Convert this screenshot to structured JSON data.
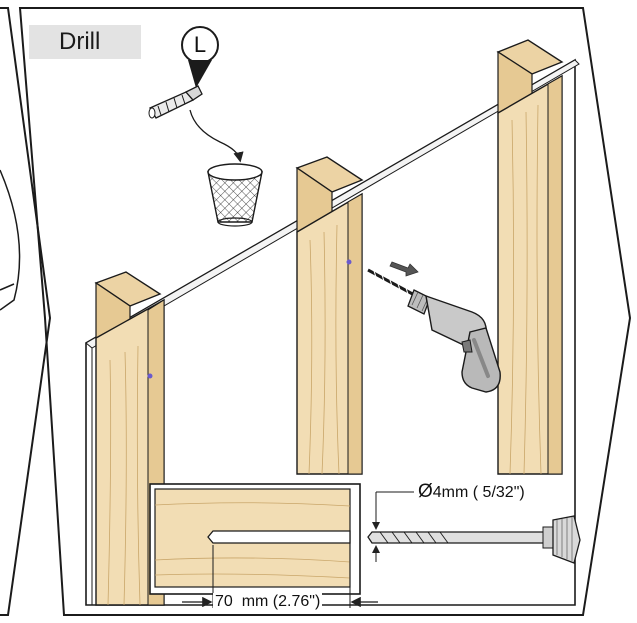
{
  "step": {
    "title": "Drill",
    "part_letter": "L"
  },
  "callouts": {
    "drill_bit_diameter_symbol": "Ø",
    "drill_bit_diameter": "4mm ( 5/32\")",
    "drill_depth": "70  mm (2.76\")"
  },
  "colors": {
    "wood_front": "#f2ddb4",
    "wood_side": "#e6c993",
    "wood_top": "#ecd3a4",
    "wood_grain": "#c9a66a",
    "outline": "#1b1b1b",
    "step_tag_bg": "#e3e3e3",
    "drill_body": "#c9c9c9",
    "hole_mark": "#6a5acd"
  },
  "icons": [
    "wall-anchor-icon",
    "waste-bin-icon",
    "power-drill-icon",
    "drill-bit-icon",
    "arrow-icon"
  ]
}
